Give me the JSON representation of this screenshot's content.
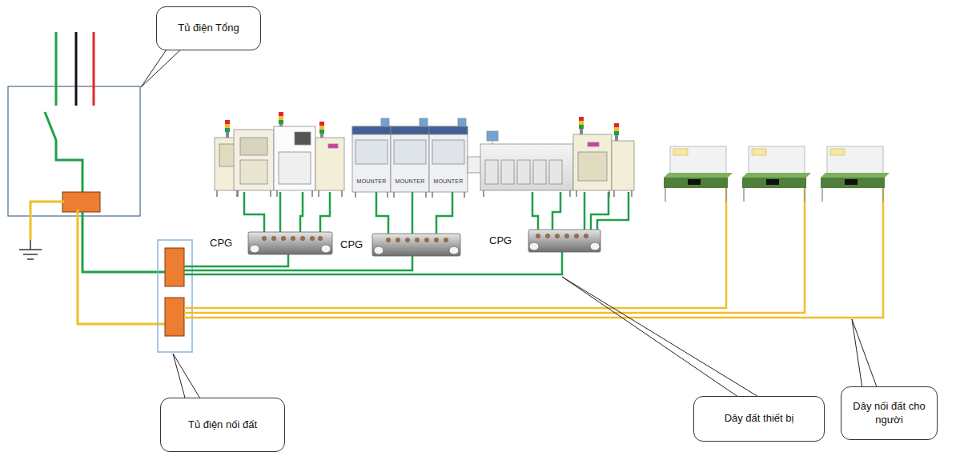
{
  "diagram": {
    "nodes": [
      {
        "text": [
          "Tủ điện Tổng"
        ]
      },
      {
        "text": [
          "CPG"
        ]
      },
      {
        "text": [
          "CPG"
        ]
      },
      {
        "text": [
          "CPG"
        ]
      },
      {
        "text": [
          "Tủ điện nối đất"
        ]
      },
      {
        "text": [
          "Dây đất thiết bị"
        ]
      },
      {
        "text": [
          "Dây nối đất cho người"
        ]
      }
    ],
    "labels": [
      "MOUNTER",
      "MOUNTER",
      "MOUNTER"
    ]
  }
}
